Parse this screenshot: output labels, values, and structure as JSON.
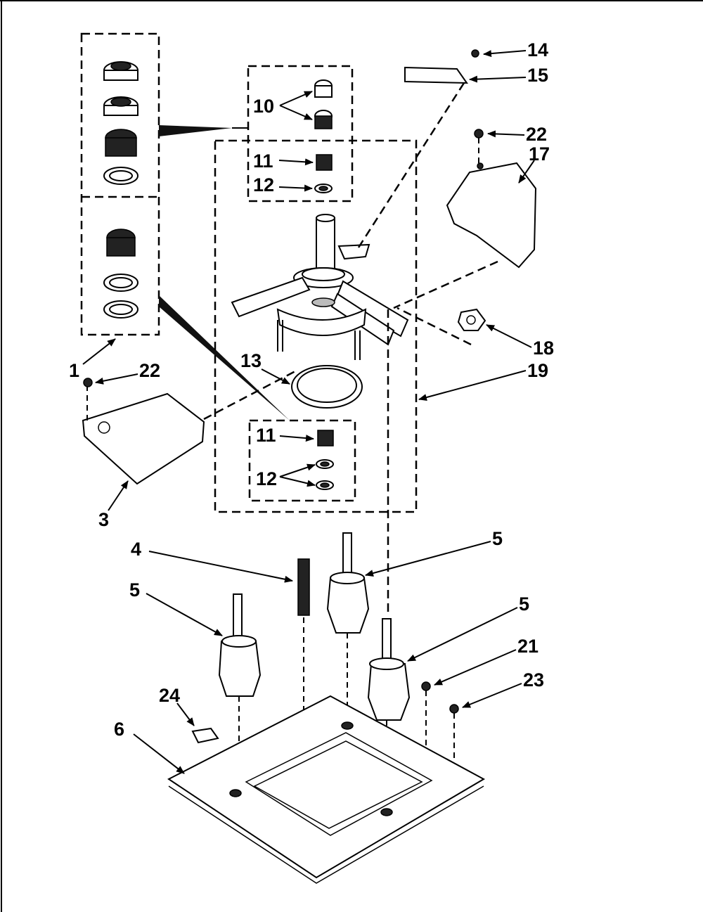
{
  "callouts": {
    "c1": "1",
    "c3": "3",
    "c4": "4",
    "c5a": "5",
    "c5b": "5",
    "c5c": "5",
    "c6": "6",
    "c10": "10",
    "c11a": "11",
    "c11b": "11",
    "c12a": "12",
    "c12b": "12",
    "c13": "13",
    "c14": "14",
    "c15": "15",
    "c17": "17",
    "c18": "18",
    "c19": "19",
    "c21": "21",
    "c22a": "22",
    "c22b": "22",
    "c23": "23",
    "c24": "24"
  }
}
